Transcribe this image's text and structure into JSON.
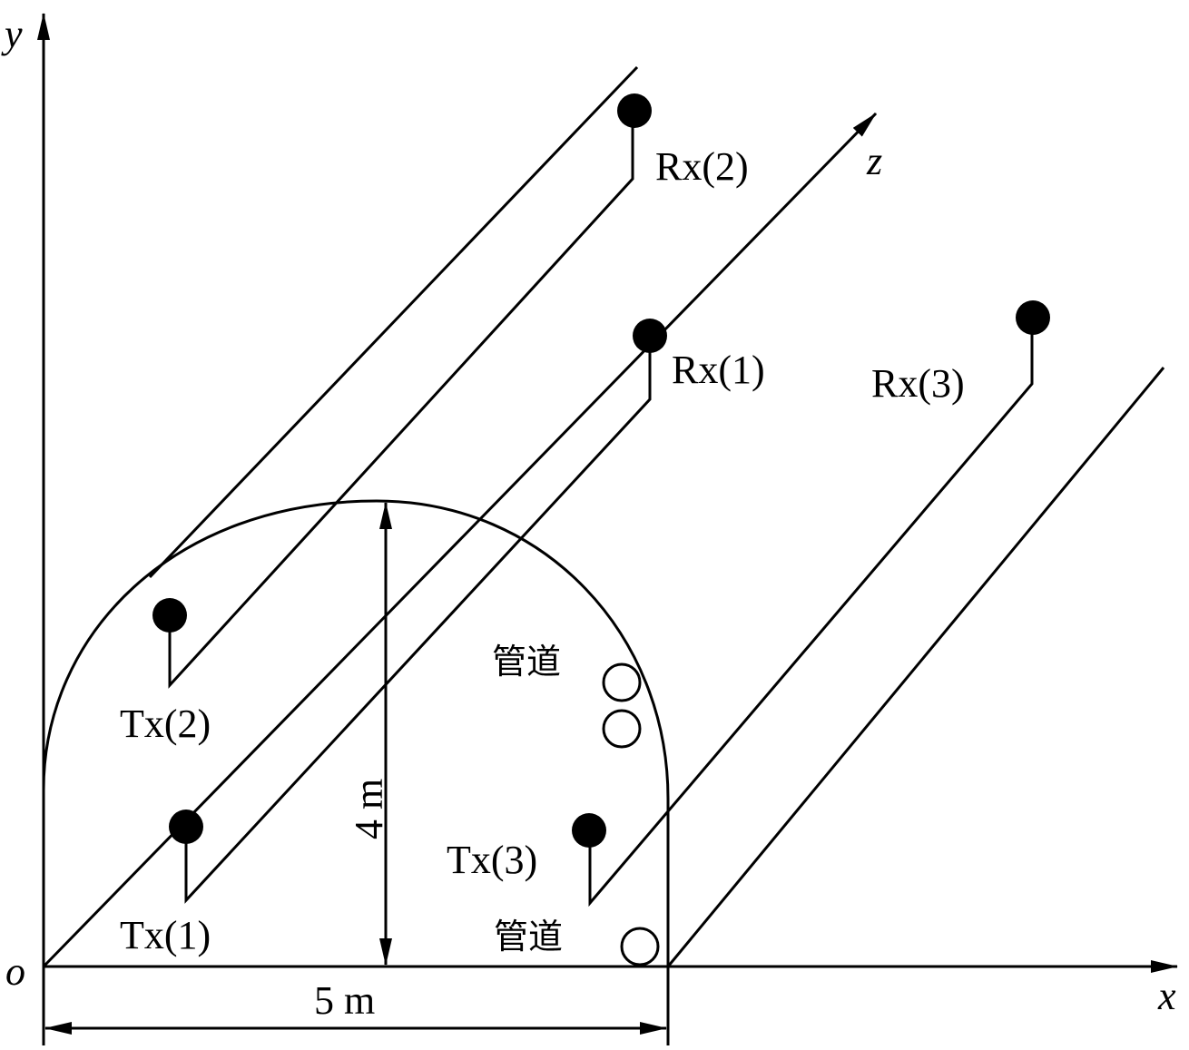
{
  "axes": {
    "x_label": "x",
    "y_label": "y",
    "z_label": "z",
    "origin_label": "o"
  },
  "dimensions": {
    "height_label": "4 m",
    "width_label": "5 m"
  },
  "transmitters": [
    {
      "label": "Tx(1)"
    },
    {
      "label": "Tx(2)"
    },
    {
      "label": "Tx(3)"
    }
  ],
  "receivers": [
    {
      "label": "Rx(1)"
    },
    {
      "label": "Rx(2)"
    },
    {
      "label": "Rx(3)"
    }
  ],
  "pipes": {
    "label_upper": "管道",
    "label_lower": "管道"
  },
  "colors": {
    "stroke": "#000000",
    "background": "#ffffff"
  }
}
